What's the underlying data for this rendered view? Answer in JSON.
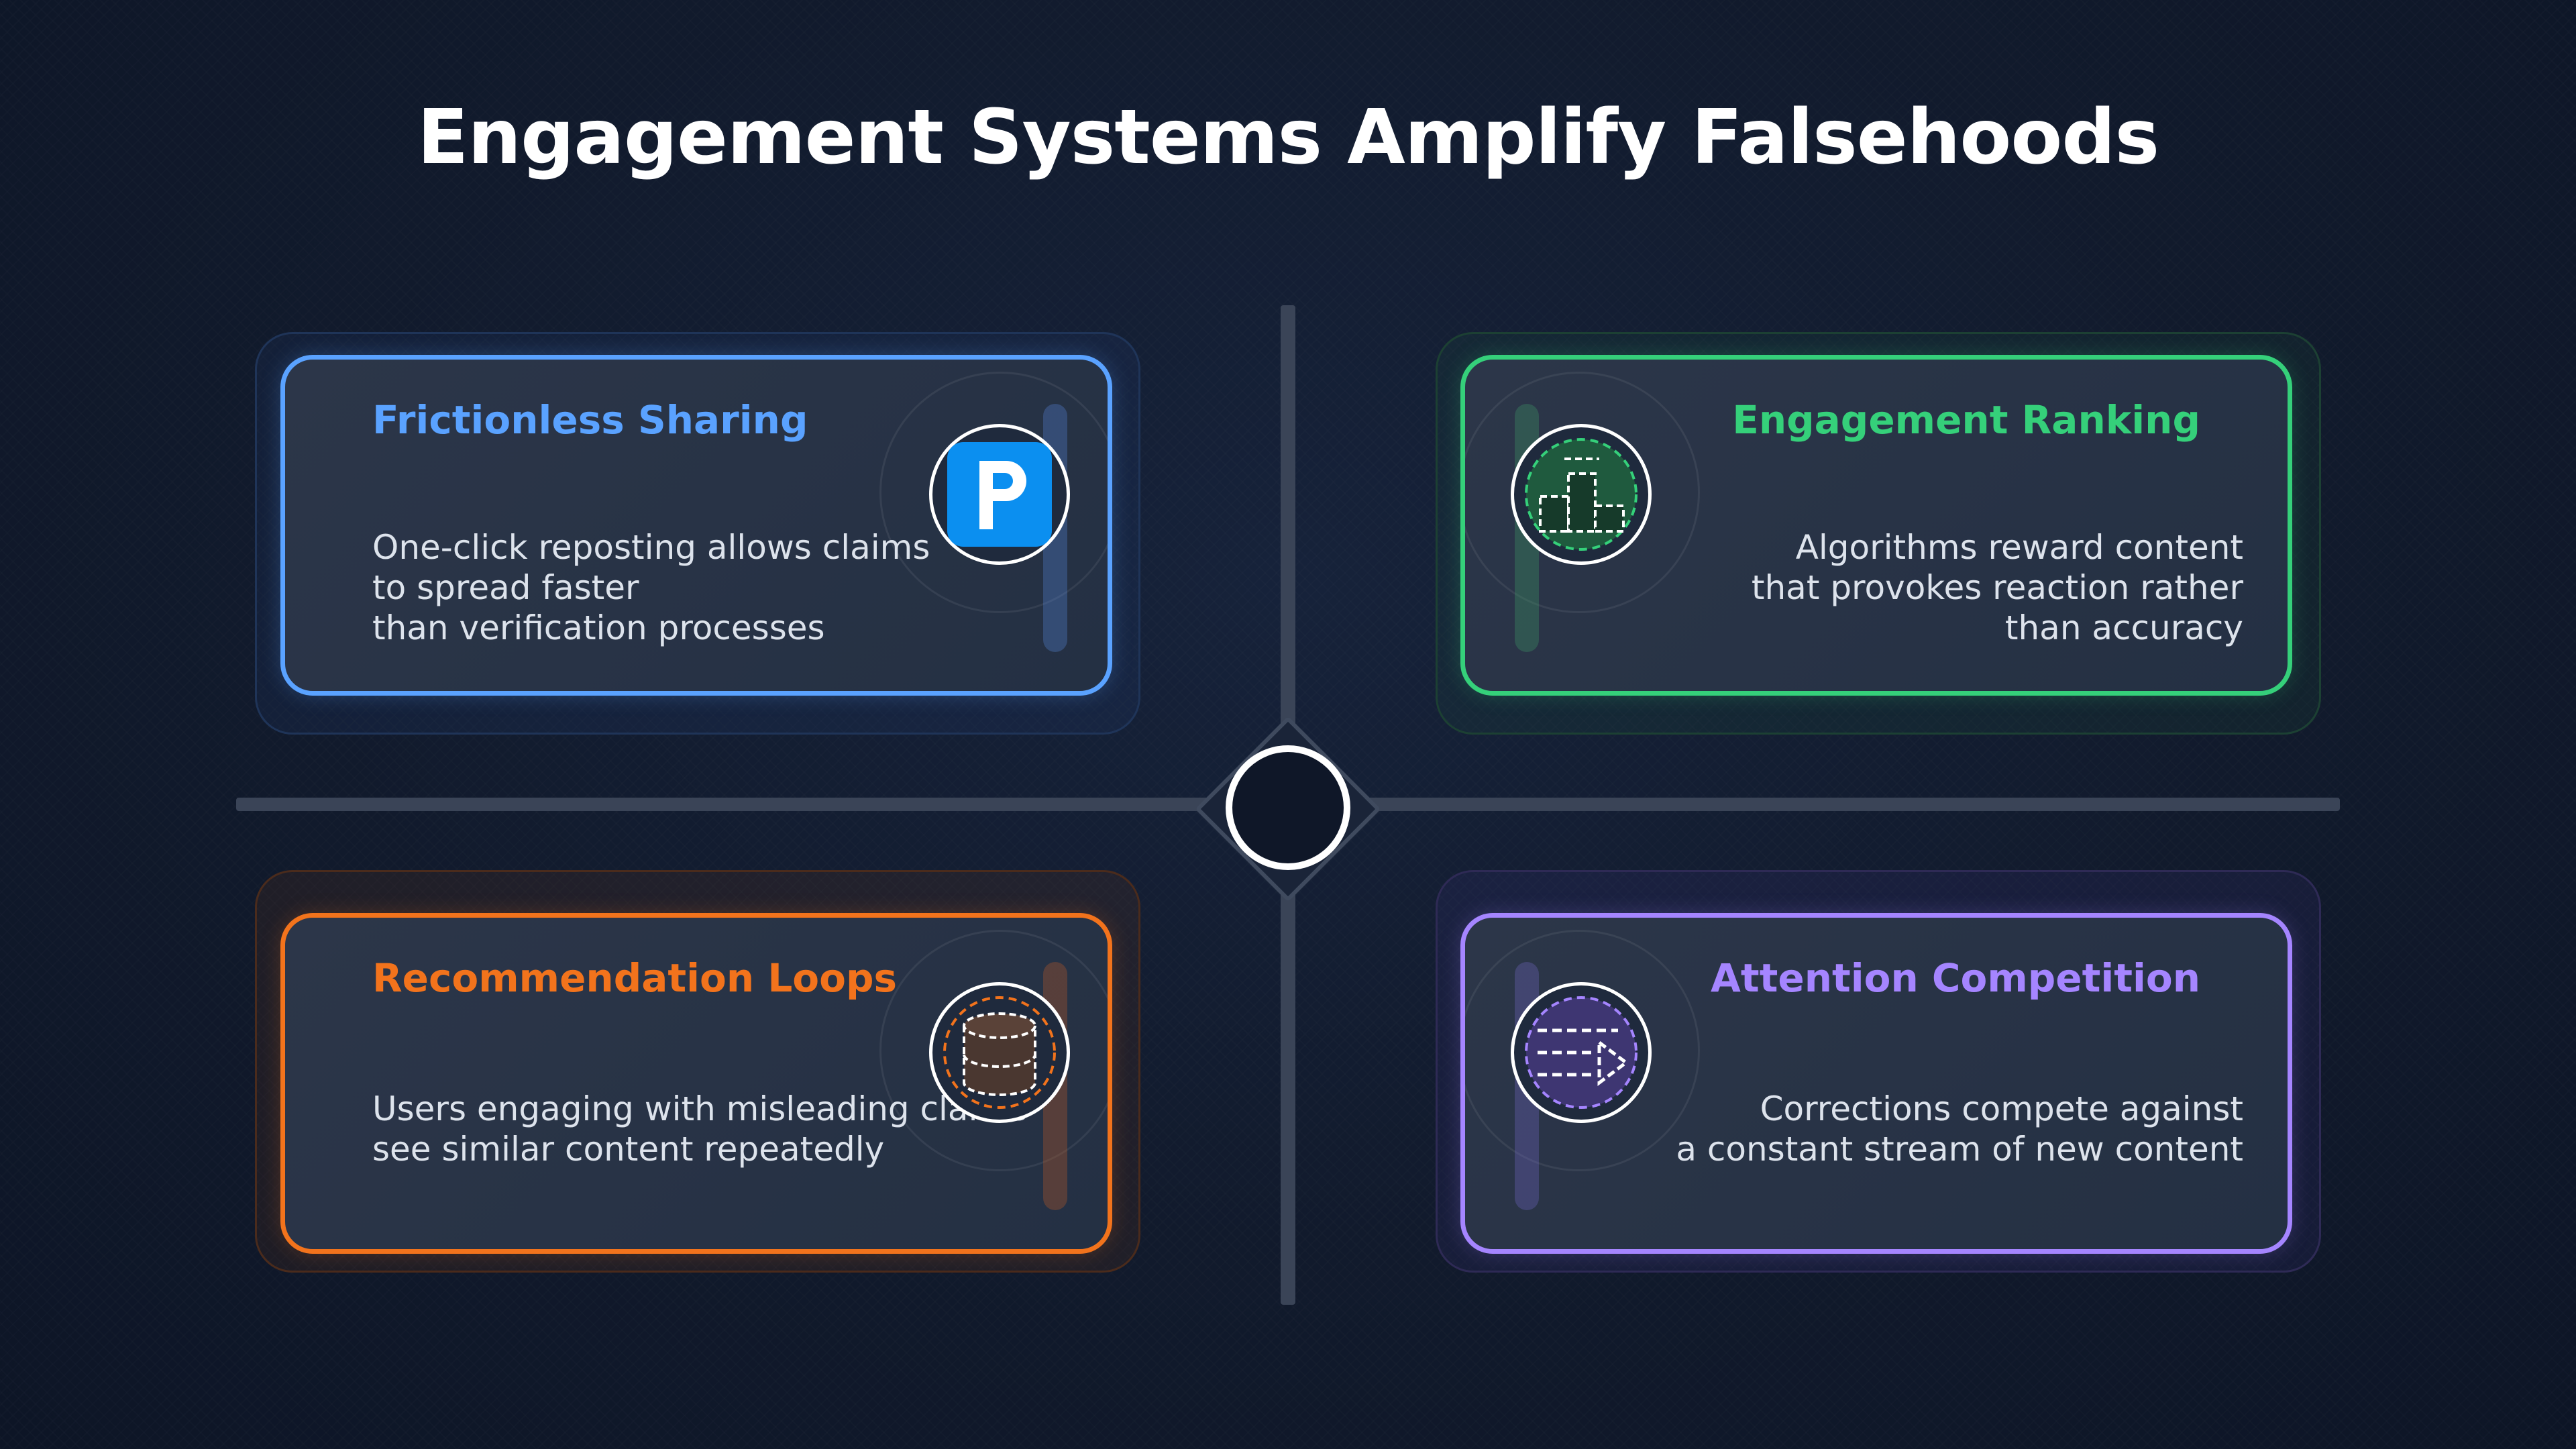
{
  "title": "Engagement Systems Amplify Falsehoods",
  "colors": {
    "blue": "#5aa2ff",
    "green": "#35d07a",
    "orange": "#f2731c",
    "purple": "#a585ff"
  },
  "cards": [
    {
      "title": "Frictionless Sharing",
      "icon": "parking-p-icon",
      "desc": [
        "One-click reposting allows claims",
        "to spread faster",
        "than verification processes"
      ]
    },
    {
      "title": "Engagement Ranking",
      "icon": "ranking-podium-icon",
      "desc": [
        "Algorithms reward content",
        "that provokes reaction rather",
        "than accuracy"
      ]
    },
    {
      "title": "Recommendation Loops",
      "icon": "database-cylinder-icon",
      "desc": [
        "Users engaging with misleading claims",
        "see similar content repeatedly"
      ]
    },
    {
      "title": "Attention Competition",
      "icon": "stream-play-icon",
      "desc": [
        "Corrections compete against",
        "a constant stream of new content"
      ]
    }
  ]
}
